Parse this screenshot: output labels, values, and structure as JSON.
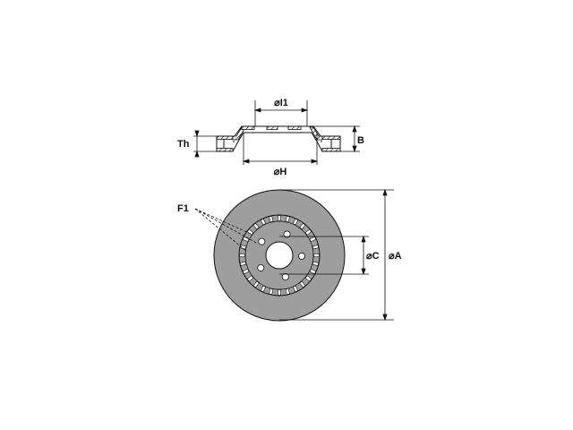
{
  "labels": {
    "i1": "⌀I1",
    "h": "⌀H",
    "th": "Th",
    "b": "B",
    "f1": "F1",
    "c": "⌀C",
    "a": "⌀A"
  },
  "disc": {
    "bolt_holes": 5,
    "vent_slots": 28
  },
  "colors": {
    "disc_fill": "#9e9e9e",
    "line": "#111111",
    "background": "#ffffff"
  }
}
